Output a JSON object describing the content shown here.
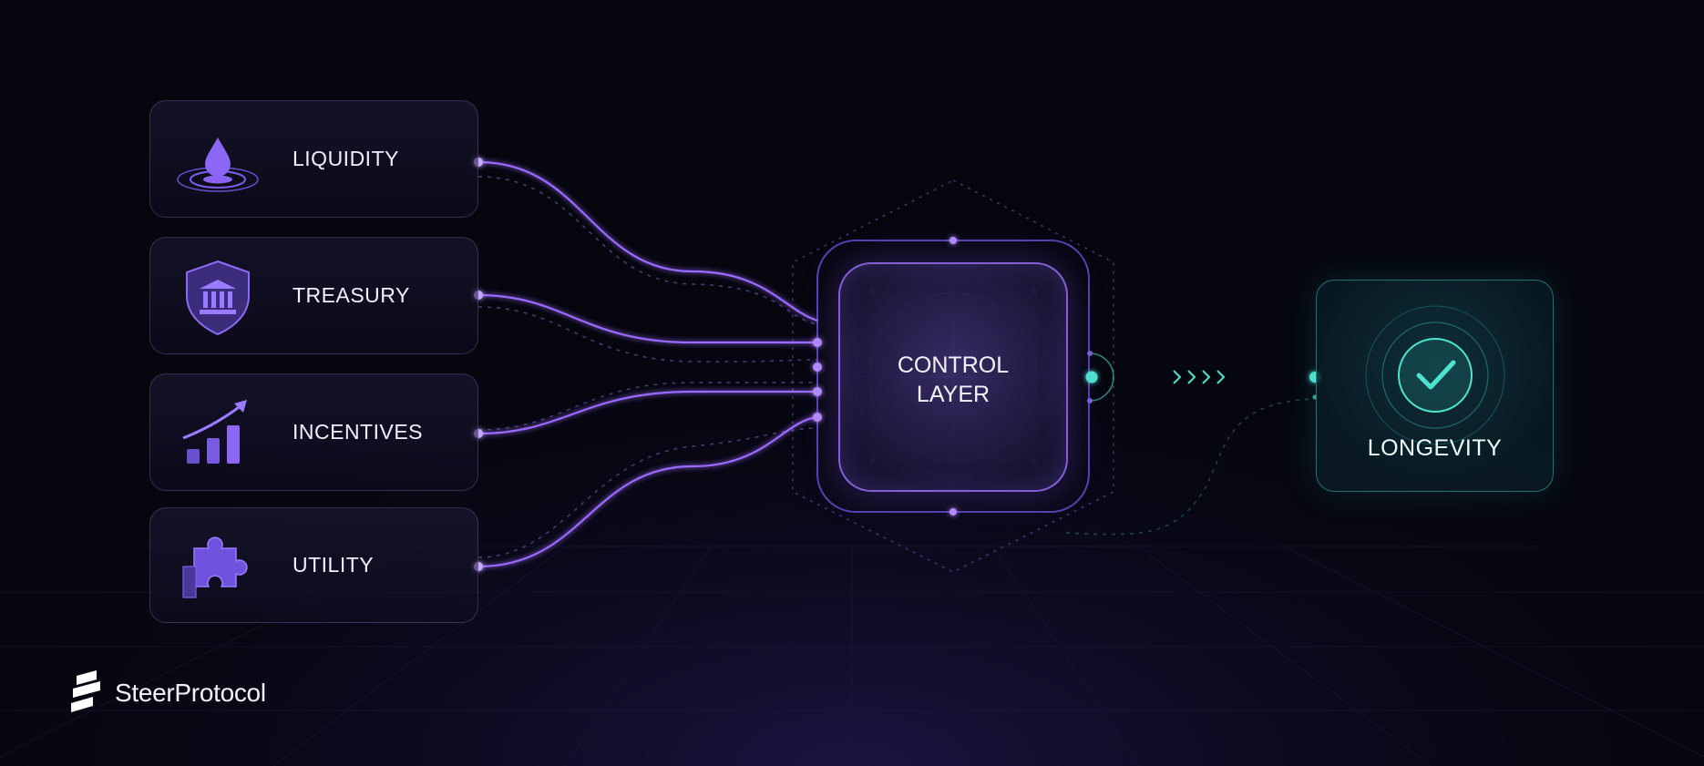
{
  "inputs": [
    {
      "label": "LIQUIDITY",
      "icon": "water-drop-icon"
    },
    {
      "label": "TREASURY",
      "icon": "bank-shield-icon"
    },
    {
      "label": "INCENTIVES",
      "icon": "growth-chart-icon"
    },
    {
      "label": "UTILITY",
      "icon": "puzzle-piece-icon"
    }
  ],
  "control": {
    "label": "CONTROL\nLAYER"
  },
  "output": {
    "label": "LONGEVITY",
    "icon": "check-circle-icon"
  },
  "brand": {
    "name": "SteerProtocol",
    "icon": "steer-logo-icon"
  },
  "colors": {
    "background": "#06060f",
    "accent_purple": "#9b6bff",
    "accent_teal": "#4fe3cf",
    "text": "#ffffff"
  }
}
